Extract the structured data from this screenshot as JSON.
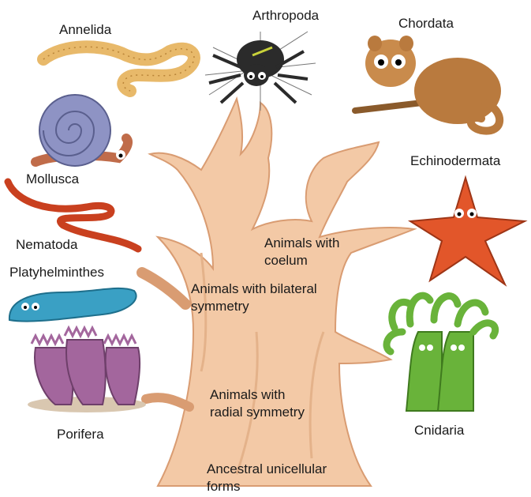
{
  "phyla": {
    "annelida": "Annelida",
    "arthropoda": "Arthropoda",
    "chordata": "Chordata",
    "mollusca": "Mollusca",
    "echinodermata": "Echinodermata",
    "nematoda": "Nematoda",
    "platyhelminthes": "Platyhelminthes",
    "porifera": "Porifera",
    "cnidaria": "Cnidaria"
  },
  "tree_labels": {
    "coelum_1": "Animals with",
    "coelum_2": "coelum",
    "bilateral_1": "Animals with bilateral",
    "bilateral_2": "symmetry",
    "radial_1": "Animals with",
    "radial_2": "radial symmetry",
    "ancestral_1": "Ancestral unicellular",
    "ancestral_2": "forms"
  },
  "colors": {
    "trunk": "#f3c9a6",
    "trunk_shade": "#d99c72",
    "annelid": "#e8b96a",
    "snail_shell": "#8e93c4",
    "nematode": "#c9401f",
    "flatworm": "#3aa0c4",
    "sponge": "#a3669d",
    "cnidarian": "#69b33a",
    "starfish": "#e2562a",
    "spider": "#2b2b2b",
    "tarsier": "#b97a3e"
  }
}
